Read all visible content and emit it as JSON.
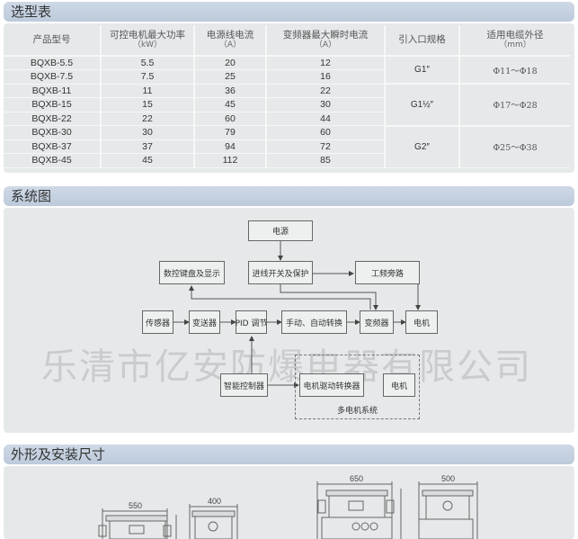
{
  "selection_table": {
    "title": "选型表",
    "headers": [
      {
        "label": "产品型号",
        "unit": ""
      },
      {
        "label": "可控电机最大功率",
        "unit": "（kW）"
      },
      {
        "label": "电源线电流",
        "unit": "（A）"
      },
      {
        "label": "变频器最大瞬时电流",
        "unit": "（A）"
      },
      {
        "label": "引入口规格",
        "unit": ""
      },
      {
        "label": "适用电缆外径",
        "unit": "（mm）"
      }
    ],
    "rows": [
      {
        "model": "BQXB-5.5",
        "power": "5.5",
        "line_current": "20",
        "inverter_current": "12"
      },
      {
        "model": "BQXB-7.5",
        "power": "7.5",
        "line_current": "25",
        "inverter_current": "16"
      },
      {
        "model": "BQXB-11",
        "power": "11",
        "line_current": "36",
        "inverter_current": "22"
      },
      {
        "model": "BQXB-15",
        "power": "15",
        "line_current": "45",
        "inverter_current": "30"
      },
      {
        "model": "BQXB-22",
        "power": "22",
        "line_current": "60",
        "inverter_current": "44"
      },
      {
        "model": "BQXB-30",
        "power": "30",
        "line_current": "79",
        "inverter_current": "60"
      },
      {
        "model": "BQXB-37",
        "power": "37",
        "line_current": "94",
        "inverter_current": "72"
      },
      {
        "model": "BQXB-45",
        "power": "45",
        "line_current": "112",
        "inverter_current": "85"
      }
    ],
    "groups": [
      {
        "inlet": "G1″",
        "cable": "Φ11～Φ18"
      },
      {
        "inlet": "G1½″",
        "cable": "Φ17～Φ28"
      },
      {
        "inlet": "G2″",
        "cable": "Φ25～Φ38"
      }
    ]
  },
  "system_diagram": {
    "title": "系统图",
    "boxes": {
      "power": "电源",
      "keyboard_display": "数控键盘及显示",
      "switch_protection": "进线开关及保护",
      "bypass": "工频旁路",
      "sensor": "传感器",
      "transmitter": "变送器",
      "pid": "PID 调节",
      "manual_auto": "手动、自动转换",
      "inverter": "变频器",
      "motor": "电机",
      "smart_controller": "智能控制器",
      "motor_drive_converter": "电机驱动转换器",
      "motor2": "电机"
    },
    "group_label": "多电机系统",
    "watermark": "乐清市亿安防爆电器有限公司"
  },
  "dimensions": {
    "title": "外形及安装尺寸",
    "labels": [
      "550",
      "400",
      "650",
      "500"
    ]
  }
}
